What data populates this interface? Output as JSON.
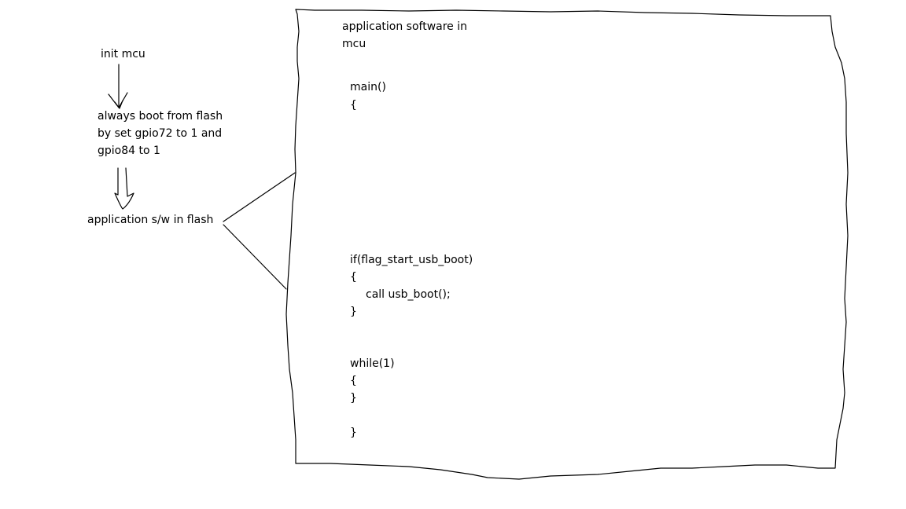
{
  "flow": {
    "step1": "init mcu",
    "step2": [
      "always boot from flash",
      "by set gpio72 to 1 and",
      "gpio84 to 1"
    ],
    "step3": "application s/w in flash"
  },
  "detail_box": {
    "title": [
      "application software in",
      "mcu"
    ],
    "code": {
      "main_sig": "main()",
      "main_open": "{",
      "if_line": "if(flag_start_usb_boot)",
      "if_open": "{",
      "call_line": "call usb_boot();",
      "if_close": "}",
      "while_line": "while(1)",
      "while_open": "{",
      "while_close": "}",
      "main_close": "}"
    }
  }
}
